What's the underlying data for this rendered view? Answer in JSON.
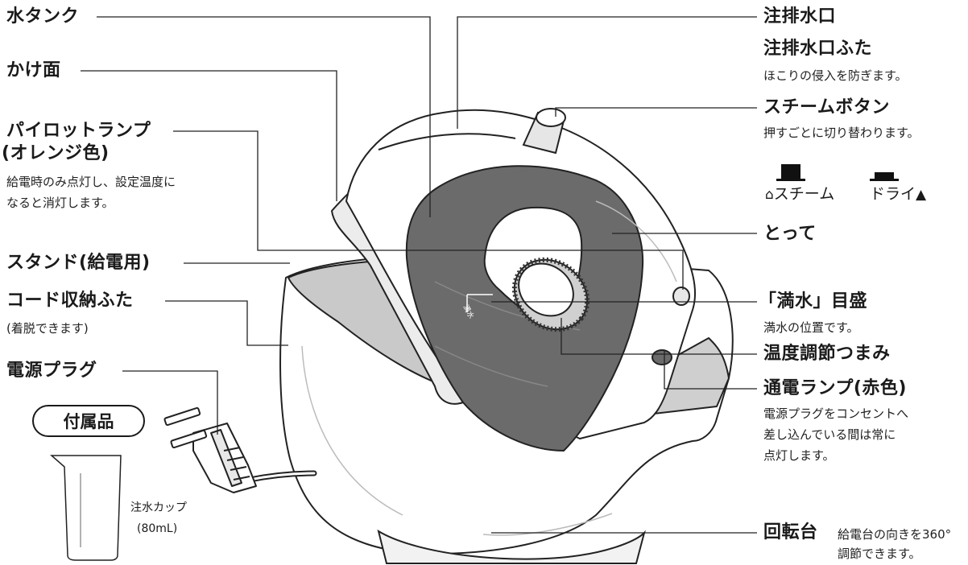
{
  "labels": {
    "water_tank": "水タンク",
    "soleplate": "かけ面",
    "pilot_lamp_1": "パイロットランプ",
    "pilot_lamp_2": "(オレンジ色)",
    "pilot_lamp_desc_1": "給電時のみ点灯し、設定温度に",
    "pilot_lamp_desc_2": "なると消灯します。",
    "stand": "スタンド(給電用)",
    "cord_cover": "コード収納ふた",
    "cord_cover_desc": "(着脱できます)",
    "plug": "電源プラグ",
    "fill_port": "注排水口",
    "fill_cap": "注排水口ふた",
    "fill_cap_desc": "ほこりの侵入を防ぎます。",
    "steam_button": "スチームボタン",
    "steam_button_desc": "押すごとに切り替わります。",
    "mode_steam": "スチーム",
    "mode_dry": "ドライ",
    "handle": "とって",
    "full_mark": "「満水」目盛",
    "full_mark_desc": "満水の位置です。",
    "temp_dial": "温度調節つまみ",
    "power_lamp": "通電ランプ(赤色)",
    "power_lamp_desc_1": "電源プラグをコンセントへ",
    "power_lamp_desc_2": "差し込んでいる間は常に",
    "power_lamp_desc_3": "点灯します。",
    "turntable": "回転台",
    "turntable_desc_1": "給電台の向きを360°",
    "turntable_desc_2": "調節できます。"
  },
  "accessory": {
    "title": "付属品",
    "cup_name": "注水カップ",
    "cup_volume": "(80mL)"
  },
  "tank_mark": "満水",
  "icons": {
    "steam": "steam-drop-icon",
    "dry": "dry-drop-icon",
    "button_up": "button-up-icon",
    "button_down": "button-down-icon"
  }
}
